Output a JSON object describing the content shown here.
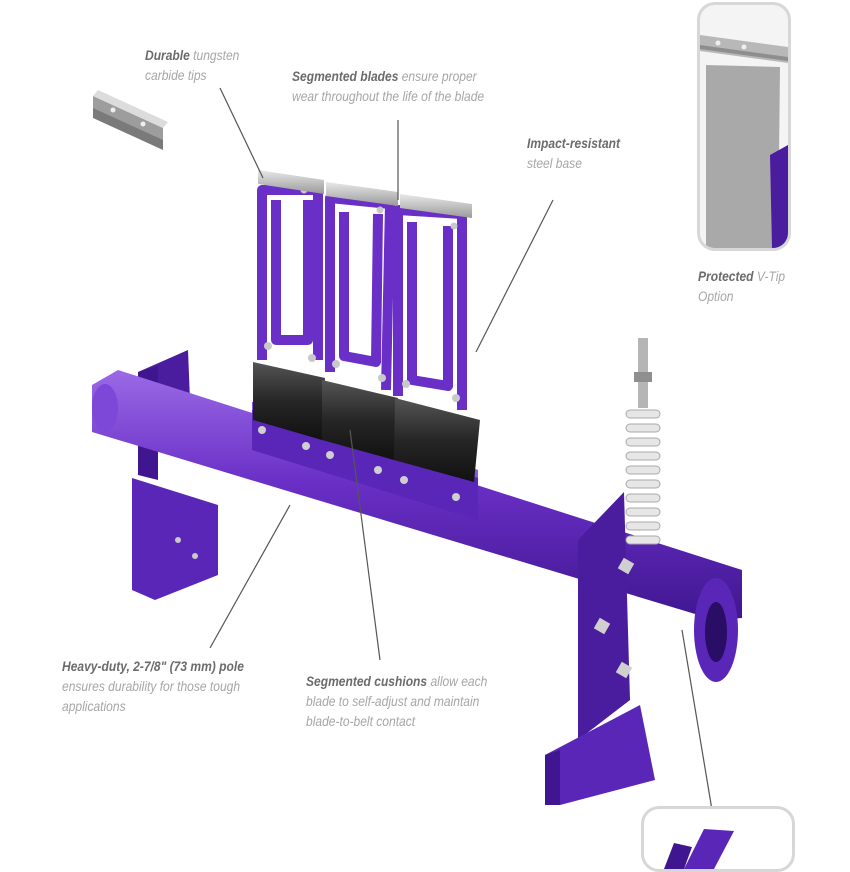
{
  "callouts": {
    "durable": {
      "bold": "Durable",
      "line1": " tungsten",
      "line2": "carbide tips"
    },
    "segmented_blades": {
      "bold": "Segmented blades",
      "line1": " ensure proper",
      "line2": "wear throughout the life of the blade"
    },
    "impact": {
      "bold": "Impact-resistant",
      "line2": "steel base"
    },
    "protected": {
      "bold": "Protected",
      "line1": " V-Tip",
      "line2": "Option"
    },
    "pole": {
      "bold": "Heavy-duty, 2-7/8\" (73 mm) pole",
      "line2": "ensures durability for those tough",
      "line3": "applications"
    },
    "cushions": {
      "bold": "Segmented cushions",
      "line1": " allow each",
      "line2": "blade to self-adjust and maintain",
      "line3": "blade-to-belt contact"
    }
  },
  "colors": {
    "purple": "#6a2fc6",
    "purple_dark": "#3f1690",
    "purple_light": "#9a6ae6",
    "rubber": "#262626",
    "carbide": "#b4b4b4",
    "spring": "#d9d9d9",
    "leader": "#555555",
    "label_text": "#a6a6a6",
    "label_bold": "#6b6b6b"
  }
}
